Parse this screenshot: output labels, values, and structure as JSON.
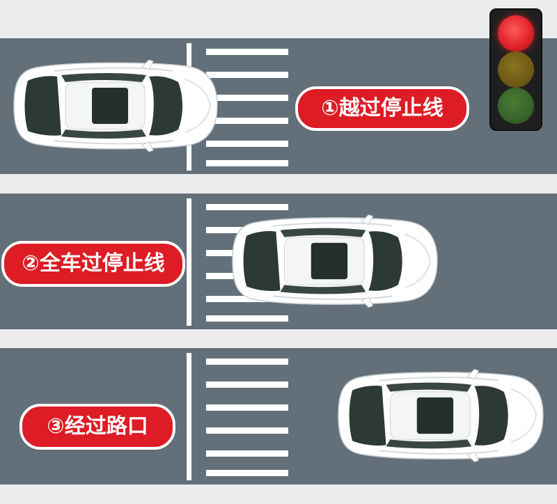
{
  "colors": {
    "road": "#637079",
    "background": "#ececee",
    "label_fill": "#dd1c25",
    "car_body": "#ffffff",
    "glass": "#2c3a33",
    "light_red": "#e0242a",
    "light_yellow": "#6e5a14",
    "light_green": "#36642a"
  },
  "traffic_light": {
    "icon": "traffic-light-icon",
    "active_lamp": "red"
  },
  "lanes": [
    {
      "step_label": "①越过停止线",
      "car_icon": "car-icon"
    },
    {
      "step_label": "②全车过停止线",
      "car_icon": "car-icon"
    },
    {
      "step_label": "③经过路口",
      "car_icon": "car-icon"
    }
  ]
}
